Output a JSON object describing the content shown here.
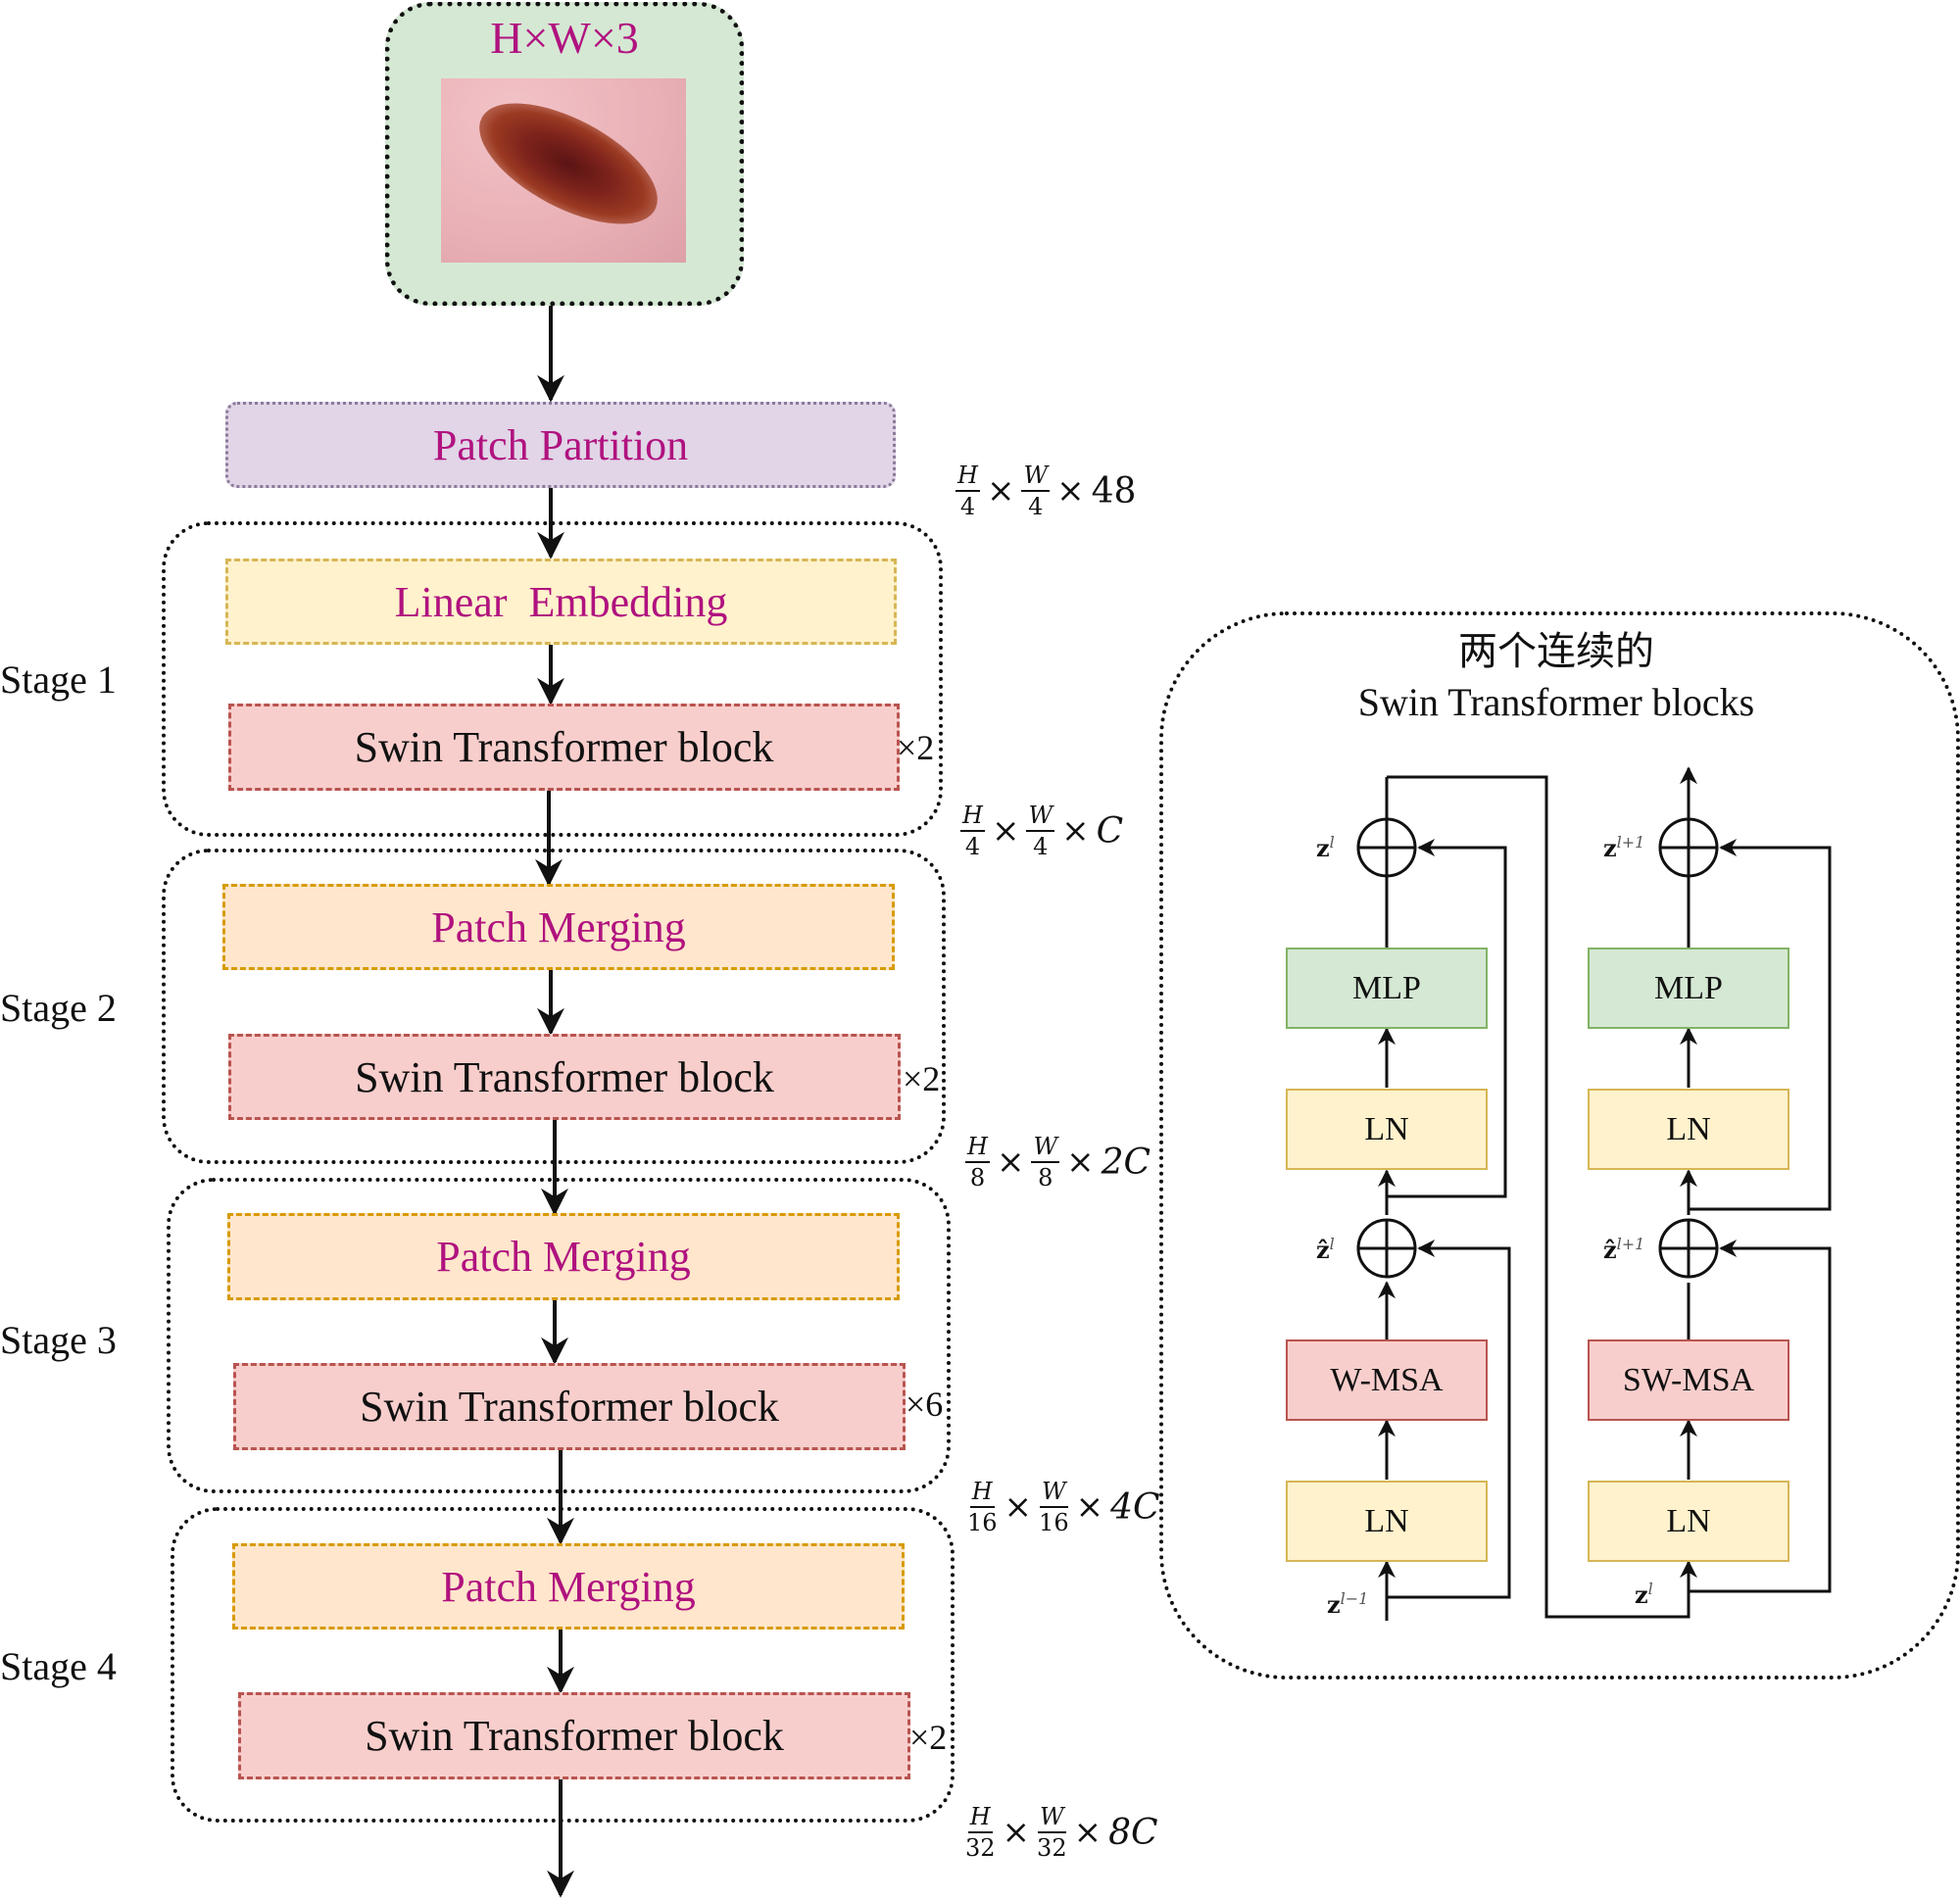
{
  "input": {
    "label": "H×W×3",
    "image_alt": "dermoscopy skin lesion image"
  },
  "pipeline": {
    "patch_partition": "Patch Partition",
    "stages": [
      {
        "name": "Stage 1",
        "first_block": "Linear  Embedding",
        "block": "Swin Transformer block",
        "repeat": "×2"
      },
      {
        "name": "Stage 2",
        "first_block": "Patch Merging",
        "block": "Swin Transformer block",
        "repeat": "×2"
      },
      {
        "name": "Stage 3",
        "first_block": "Patch Merging",
        "block": "Swin Transformer block",
        "repeat": "×6"
      },
      {
        "name": "Stage 4",
        "first_block": "Patch Merging",
        "block": "Swin Transformer block",
        "repeat": "×2"
      }
    ],
    "dims": [
      {
        "h_num": "H",
        "h_den": "4",
        "w_num": "W",
        "w_den": "4",
        "channels": "48",
        "channels_italic": false
      },
      {
        "h_num": "H",
        "h_den": "4",
        "w_num": "W",
        "w_den": "4",
        "channels": "C",
        "channels_italic": true
      },
      {
        "h_num": "H",
        "h_den": "8",
        "w_num": "W",
        "w_den": "8",
        "channels": "2C",
        "channels_italic": true
      },
      {
        "h_num": "H",
        "h_den": "16",
        "w_num": "W",
        "w_den": "16",
        "channels": "4C",
        "channels_italic": true
      },
      {
        "h_num": "H",
        "h_den": "32",
        "w_num": "W",
        "w_den": "32",
        "channels": "8C",
        "channels_italic": true
      }
    ],
    "times": "×"
  },
  "detail_panel": {
    "title_cn": "两个连续的",
    "title_en": "Swin Transformer blocks",
    "left_block": {
      "mlp": "MLP",
      "ln_top": "LN",
      "attn": "W-MSA",
      "ln_bottom": "LN",
      "z_out": {
        "base": "z",
        "sup": "l"
      },
      "z_hat": {
        "base": "ẑ",
        "sup": "l"
      },
      "z_in": {
        "base": "z",
        "sup": "l−1"
      }
    },
    "right_block": {
      "mlp": "MLP",
      "ln_top": "LN",
      "attn": "SW-MSA",
      "ln_bottom": "LN",
      "z_out": {
        "base": "z",
        "sup": "l+1"
      },
      "z_hat": {
        "base": "ẑ",
        "sup": "l+1"
      },
      "z_in": {
        "base": "z",
        "sup": "l"
      }
    }
  },
  "colors": {
    "label_text": "#b0127f",
    "input_bg": "#d5e8d4",
    "partition_bg": "#e1d5e7",
    "embedding_bg": "#fff2cc",
    "merging_bg": "#ffe6cc",
    "swin_bg": "#f8cecc",
    "mlp_bg": "#d5e8d4",
    "ln_bg": "#fff2cc",
    "msa_bg": "#f8cecc"
  }
}
